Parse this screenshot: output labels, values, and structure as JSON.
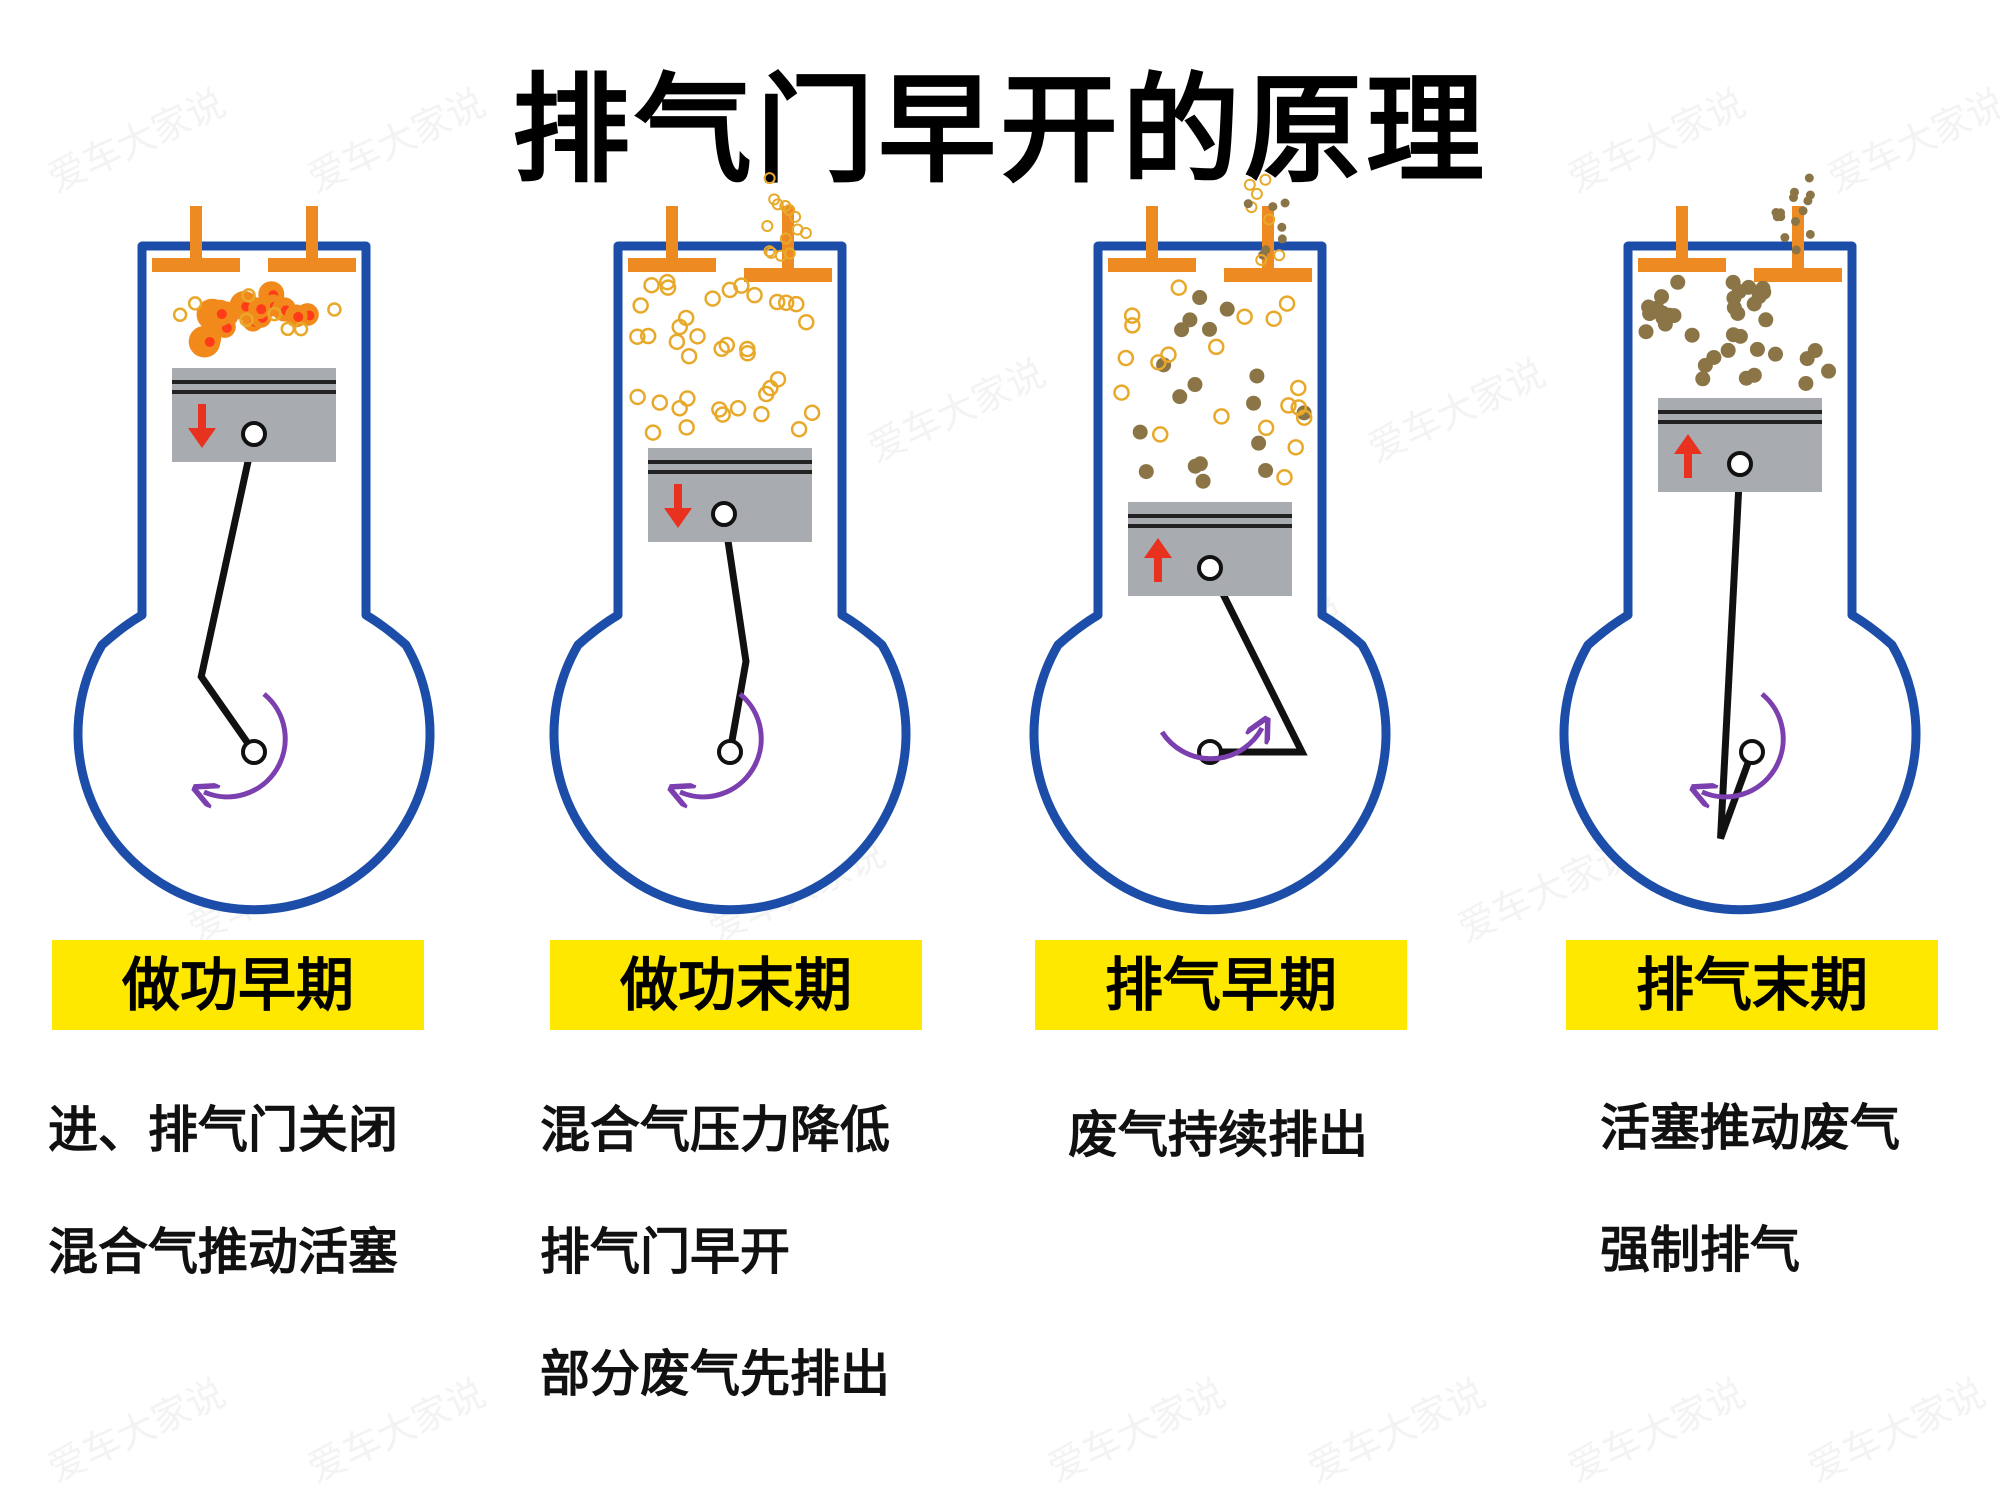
{
  "title": "排气门早开的原理",
  "watermark": "爱车大家说",
  "colors": {
    "cylinder": "#1C4DA8",
    "valve": "#EE8A22",
    "piston": "#A8ABB0",
    "arrow_red": "#E8321F",
    "rotation": "#7B3FB0",
    "label_bg": "#FFE800",
    "gas_fresh": "#F6C75A",
    "gas_exhaust": "#8B7547"
  },
  "stages": [
    {
      "label": "做功早期",
      "lines": [
        "进、排气门关闭",
        "混合气推动活塞"
      ]
    },
    {
      "label": "做功末期",
      "lines": [
        "混合气压力降低",
        "排气门早开",
        "部分废气先排出"
      ]
    },
    {
      "label": "排气早期",
      "lines": [
        "废气持续排出"
      ]
    },
    {
      "label": "排气末期",
      "lines": [
        "活塞推动废气",
        "强制排气"
      ]
    }
  ]
}
